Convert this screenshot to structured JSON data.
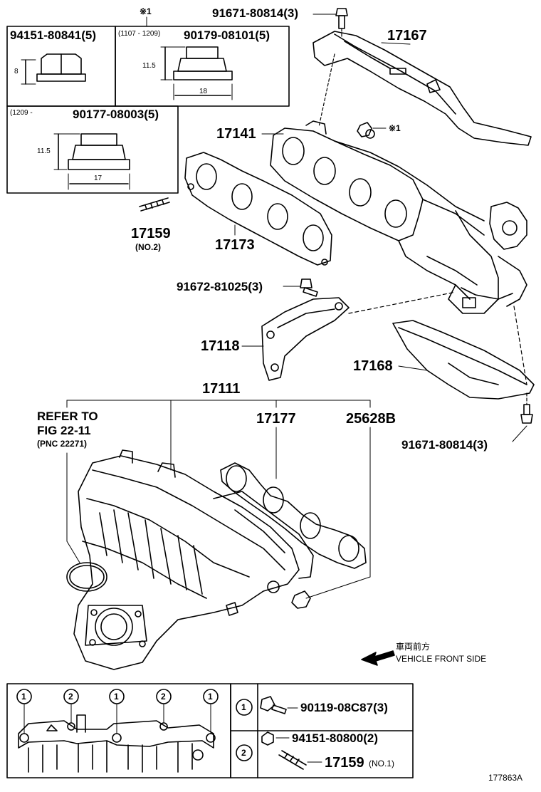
{
  "parts": {
    "p17167": "17167",
    "p91671_top": "91671-80814(3)",
    "p17141": "17141",
    "p17173": "17173",
    "p17159": "17159",
    "p17159_note": "(NO.2)",
    "p91672": "91672-81025(3)",
    "p17118": "17118",
    "p17168": "17168",
    "p17111": "17111",
    "p17177": "17177",
    "p25628B": "25628B",
    "p91671_bot": "91671-80814(3)",
    "asterisk_mark": "※1",
    "asterisk_mark2": "※1"
  },
  "refer": {
    "line1": "REFER TO",
    "line2": "FIG 22-11",
    "line3": "(PNC 22271)"
  },
  "nut_table": {
    "cell1_part": "94151-80841(5)",
    "cell2_range": "(1107 - 1209)",
    "cell2_part": "90179-08101(5)",
    "cell3_range": "(1209 -",
    "cell3_part": "90177-08003(5)",
    "dim_8": "8",
    "dim_115a": "11.5",
    "dim_18": "18",
    "dim_115b": "11.5",
    "dim_17": "17"
  },
  "vehicle": {
    "jp": "車両前方",
    "en": "VEHICLE FRONT SIDE"
  },
  "legend": {
    "callout1": "1",
    "callout2": "2",
    "item1_part": "90119-08C87(3)",
    "item2_part": "94151-80800(2)",
    "item3_part": "17159",
    "item3_note": "(NO.1)"
  },
  "figure_id": "177863A"
}
